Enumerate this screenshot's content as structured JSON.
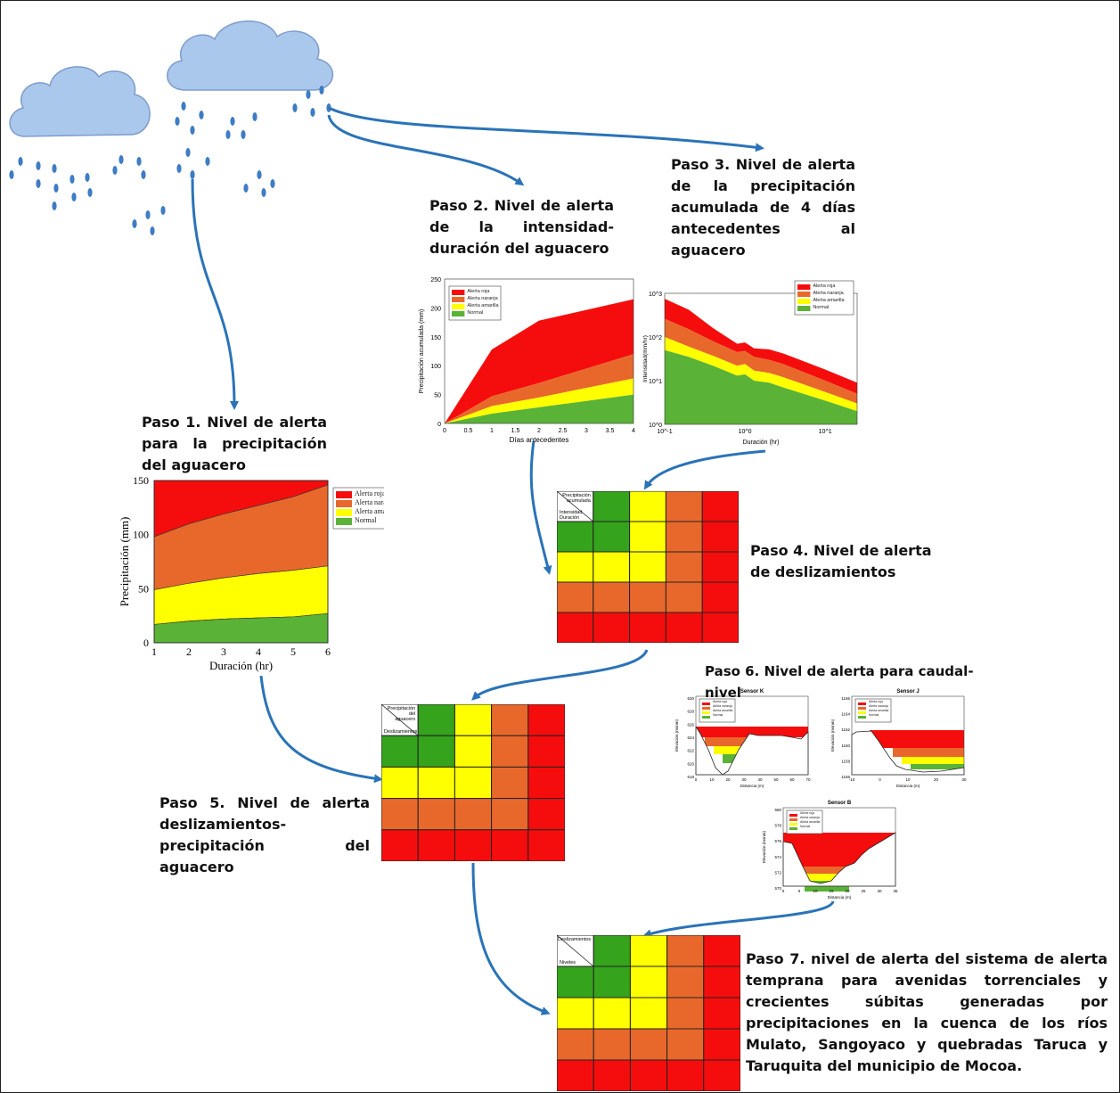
{
  "colors": {
    "red": "#f50d0d",
    "orange": "#e8682c",
    "yellow": "#ffff00",
    "green": "#5ab237",
    "darkgreen": "#35a31c",
    "rain": "#3e7cc4",
    "cloud": "#a9c8ec",
    "arrow": "#2a73b8"
  },
  "icons": [
    "cloud-icon",
    "raindrop-icon"
  ],
  "steps": {
    "s1": "Paso 1. Nivel de alerta para la precipitación del aguacero",
    "s2": "Paso 2. Nivel de alerta de la intensidad-duración del aguacero",
    "s3": "Paso 3. Nivel de alerta de la precipitación acumulada de 4 días antecedentes al aguacero",
    "s4": "Paso 4. Nivel de alerta de deslizamientos",
    "s5": "Paso 5. Nivel de alerta deslizamientos-precipitación del aguacero",
    "s6": "Paso 6. Nivel de alerta para caudal-nivel",
    "s7": "Paso 7. nivel de alerta del sistema de alerta temprana para avenidas torrenciales y crecientes súbitas generadas por precipitaciones en la cuenca de los ríos Mulato, Sangoyaco y quebradas Taruca y Taruquita del municipio de Mocoa."
  },
  "legend": {
    "serif": [
      "Alerta roja",
      "Alerta naranja",
      "Alerta amarilla",
      "Normal"
    ],
    "sans": [
      "Alerta roja",
      "Alerta naranja",
      "Alerta amarilla",
      "Normal"
    ]
  },
  "chart_data": [
    {
      "type": "area",
      "xlabel": "Duración (hr)",
      "ylabel": "Precipitación (mm)",
      "x": [
        1,
        2,
        3,
        4,
        5,
        6
      ],
      "ylim": [
        0,
        150
      ],
      "xticks": [
        "1",
        "2",
        "3",
        "4",
        "5",
        "6"
      ],
      "yticks": [
        "0",
        "50",
        "100",
        "150"
      ],
      "thresholds": {
        "normal": [
          17,
          20,
          22,
          23,
          24,
          27
        ],
        "amarilla": [
          49,
          55,
          60,
          64,
          67,
          71
        ],
        "naranja": [
          98,
          110,
          119,
          127,
          135,
          146
        ],
        "roja_top": 150
      }
    },
    {
      "type": "area",
      "xlabel": "Días antecedentes",
      "ylabel": "Precipitación acumulada (mm)",
      "x": [
        0,
        1,
        2,
        4
      ],
      "ylim": [
        0,
        250
      ],
      "xticks": [
        "0",
        "0.5",
        "1",
        "1.5",
        "2",
        "2.5",
        "3",
        "3.5",
        "4"
      ],
      "yticks": [
        "0",
        "50",
        "100",
        "150",
        "200",
        "250"
      ],
      "thresholds": {
        "normal": [
          0,
          17,
          28,
          50
        ],
        "amarilla": [
          0,
          30,
          45,
          78
        ],
        "naranja": [
          0,
          47,
          70,
          120
        ],
        "roja": [
          0,
          128,
          178,
          215
        ]
      }
    },
    {
      "type": "area",
      "xlabel": "Duración (hr)",
      "ylabel": "Intensidad(mm/hr)",
      "x": [
        0.1,
        0.2,
        0.4,
        0.8,
        1.0,
        1.3,
        2.0,
        3.0,
        10.0,
        25.0
      ],
      "scale": "log-log",
      "xticks": [
        "10^-1",
        "10^0",
        "10^1"
      ],
      "yticks": [
        "10^0",
        "10^1",
        "10^2",
        "10^3"
      ],
      "thresholds": {
        "normal": [
          50,
          35,
          22,
          13,
          14,
          10,
          9,
          7,
          3.5,
          2
        ],
        "amarilla": [
          100,
          60,
          37,
          22,
          24,
          17,
          15,
          12,
          5.5,
          3
        ],
        "naranja": [
          260,
          150,
          80,
          45,
          48,
          35,
          30,
          24,
          10,
          5
        ],
        "roja": [
          750,
          420,
          160,
          70,
          75,
          55,
          52,
          42,
          18,
          9
        ]
      }
    },
    {
      "type": "area",
      "title": "Sensor K",
      "xlabel": "Distancia (m)",
      "ylabel": "Elevación (msnm)",
      "xticks": [
        "0",
        "10",
        "20",
        "30",
        "40",
        "50",
        "60",
        "70"
      ],
      "yticks": [
        "630",
        "628",
        "626",
        "624",
        "622",
        "620",
        "618"
      ]
    },
    {
      "type": "area",
      "title": "Sensor J",
      "xlabel": "Distancia (m)",
      "ylabel": "Elevación (msnm)",
      "xticks": [
        "-10",
        "0",
        "10",
        "20",
        "30"
      ],
      "yticks": [
        "1166",
        "1164",
        "1162",
        "1160",
        "1158",
        "1156"
      ]
    },
    {
      "type": "area",
      "title": "Sensor B",
      "xlabel": "Distancia (m)",
      "ylabel": "Elevación (msnm)",
      "xticks": [
        "0",
        "5",
        "10",
        "15",
        "20",
        "25",
        "30",
        "35"
      ],
      "yticks": [
        "580",
        "578",
        "576",
        "574",
        "572",
        "570"
      ]
    },
    {
      "type": "table",
      "name": "matriz-paso-4",
      "corner": [
        "Precipitación acumulada",
        "Intensidad Duración"
      ],
      "header_row": [
        "green",
        "yellow",
        "orange",
        "red"
      ],
      "rows": [
        [
          "green",
          "green",
          "yellow",
          "orange",
          "red"
        ],
        [
          "yellow",
          "yellow",
          "yellow",
          "orange",
          "red"
        ],
        [
          "orange",
          "orange",
          "orange",
          "orange",
          "red"
        ],
        [
          "red",
          "red",
          "red",
          "red",
          "red"
        ]
      ]
    },
    {
      "type": "table",
      "name": "matriz-paso-5",
      "corner": [
        "Precipitación del aguacero",
        "Deslizamientos"
      ],
      "header_row": [
        "green",
        "yellow",
        "orange",
        "red"
      ],
      "rows": [
        [
          "green",
          "green",
          "yellow",
          "orange",
          "red"
        ],
        [
          "yellow",
          "yellow",
          "yellow",
          "orange",
          "red"
        ],
        [
          "orange",
          "orange",
          "orange",
          "orange",
          "red"
        ],
        [
          "red",
          "red",
          "red",
          "red",
          "red"
        ]
      ]
    },
    {
      "type": "table",
      "name": "matriz-paso-7",
      "corner": [
        "Deslizamientos",
        "Niveles"
      ],
      "header_row": [
        "green",
        "yellow",
        "orange",
        "red"
      ],
      "rows": [
        [
          "green",
          "green",
          "yellow",
          "orange",
          "red"
        ],
        [
          "yellow",
          "yellow",
          "yellow",
          "orange",
          "red"
        ],
        [
          "orange",
          "orange",
          "orange",
          "orange",
          "red"
        ],
        [
          "red",
          "red",
          "red",
          "red",
          "red"
        ]
      ]
    }
  ]
}
